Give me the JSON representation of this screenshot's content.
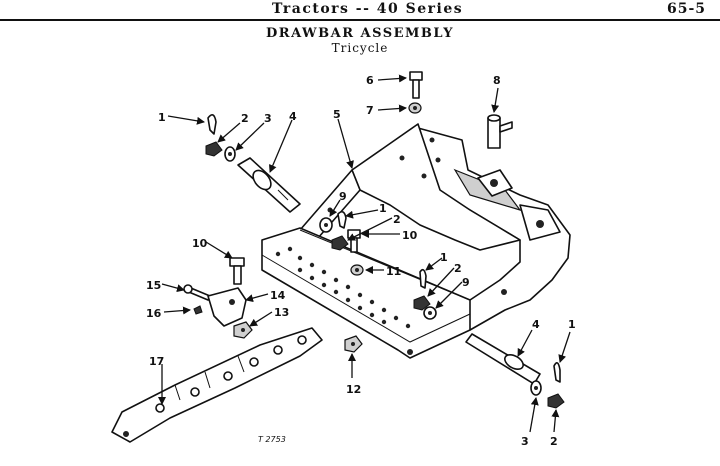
{
  "header": {
    "title": "Tractors -- 40 Series",
    "page_number": "65-5"
  },
  "titles": {
    "main": "DRAWBAR ASSEMBLY",
    "sub": "Tricycle"
  },
  "figure_code": "T 2753",
  "callouts": {
    "c1a": "1",
    "c2a": "2",
    "c3a": "3",
    "c4a": "4",
    "c5": "5",
    "c6": "6",
    "c7": "7",
    "c8": "8",
    "c9a": "9",
    "c1b": "1",
    "c2b": "2",
    "c10a": "10",
    "c10b": "10",
    "c11": "11",
    "c1c": "1",
    "c2c": "2",
    "c9b": "9",
    "c15": "15",
    "c14": "14",
    "c16": "16",
    "c13": "13",
    "c17": "17",
    "c12": "12",
    "c4b": "4",
    "c1d": "1",
    "c3b": "3",
    "c2d": "2"
  }
}
